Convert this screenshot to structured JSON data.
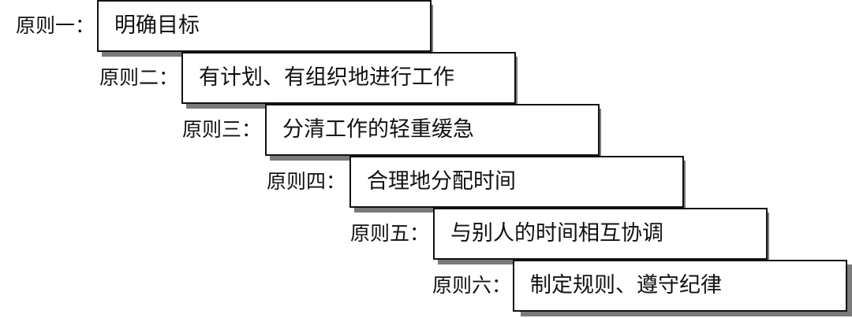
{
  "principles": [
    {
      "label": "原则一：",
      "text": "明确目标"
    },
    {
      "label": "原则二：",
      "text": "有计划、有组织地进行工作"
    },
    {
      "label": "原则三：",
      "text": "分清工作的轻重缓急"
    },
    {
      "label": "原则四：",
      "text": "合理地分配时间"
    },
    {
      "label": "原则五：",
      "text": "与别人的时间相互协调"
    },
    {
      "label": "原则六：",
      "text": "制定规则、遵守纪律"
    }
  ]
}
